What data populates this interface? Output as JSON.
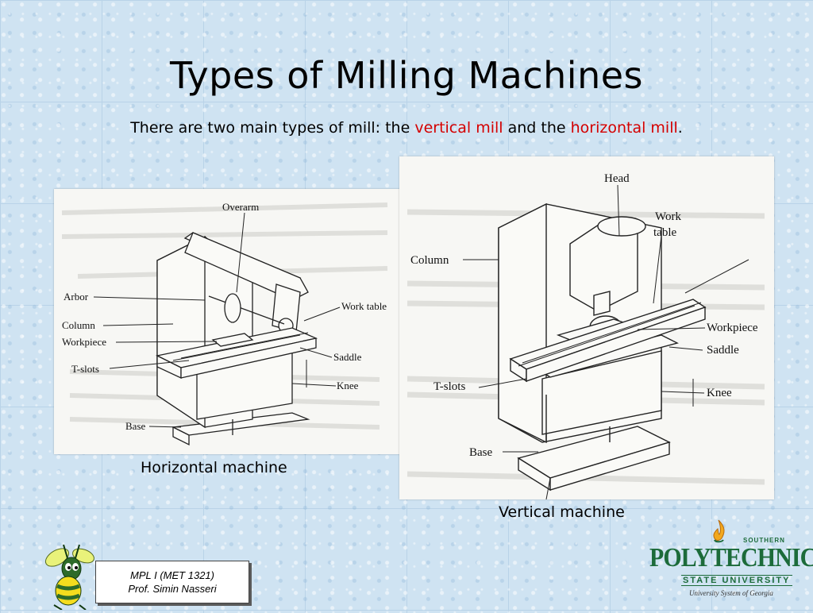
{
  "slide": {
    "title": "Types of Milling Machines",
    "subtitle": {
      "prefix": "There are two main types of mill: the ",
      "term1": "vertical mill",
      "middle": " and the ",
      "term2": "horizontal mill",
      "suffix": "."
    }
  },
  "horizontal_figure": {
    "labels": {
      "overarm": "Overarm",
      "arbor": "Arbor",
      "column": "Column",
      "workpiece": "Workpiece",
      "tslots": "T-slots",
      "base": "Base",
      "work_table": "Work table",
      "saddle": "Saddle",
      "knee": "Knee"
    },
    "caption": "Horizontal machine"
  },
  "vertical_figure": {
    "labels": {
      "head": "Head",
      "work_table_1": "Work",
      "work_table_2": "table",
      "column": "Column",
      "workpiece": "Workpiece",
      "saddle": "Saddle",
      "tslots": "T-slots",
      "knee": "Knee",
      "base": "Base"
    },
    "caption": "Vertical machine"
  },
  "footer": {
    "course": "MPL I (MET 1321)",
    "instructor": "Prof. Simin Nasseri"
  },
  "logo": {
    "southern": "SOUTHERN",
    "polytechnic": "POLYTECHNIC",
    "state_university": "STATE UNIVERSITY",
    "system": "University System of Georgia"
  },
  "colors": {
    "accent_red": "#d40000",
    "logo_green": "#1c6b3a",
    "background": "#cfe3f2"
  }
}
